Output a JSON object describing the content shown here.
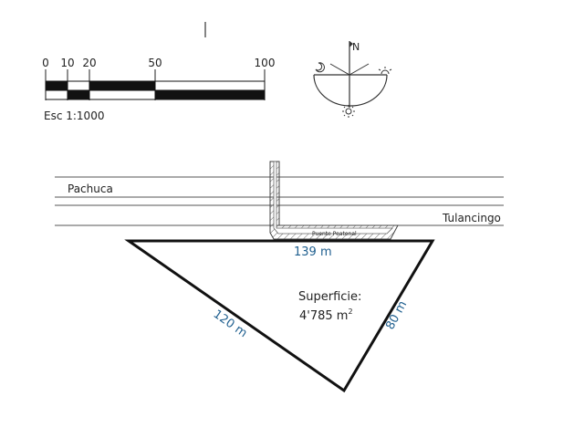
{
  "scale_bar": {
    "ticks": [
      "0",
      "10",
      "20",
      "50",
      "100"
    ],
    "caption": "Esc 1:1000"
  },
  "orientation": {
    "north_label": "N"
  },
  "roads": {
    "left_label": "Pachuca",
    "right_label": "Tulancingo"
  },
  "bridge": {
    "label": "Puente Peatonal"
  },
  "lot": {
    "top_side": "139 m",
    "left_side": "120 m",
    "right_side": "80 m",
    "area_title": "Superficie:",
    "area_value": "4'785 m",
    "area_unit_sup": "2"
  },
  "colors": {
    "dimension_text": "#1f5f8f",
    "line": "#222222"
  }
}
